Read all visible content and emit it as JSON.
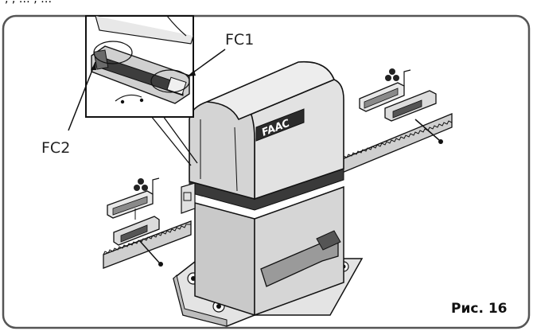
{
  "header_text": ", , …  ,                                  …",
  "labels": {
    "fc1": "FC1",
    "fc2": "FC2",
    "figure": "Рис. 16",
    "brand": "FAAC"
  },
  "icons": [
    "gate-motor-illustration",
    "limit-switch-bracket-icon",
    "gear-rack-icon",
    "screw-icon",
    "mounting-base-plate-icon"
  ],
  "colors": {
    "outline": "#111111",
    "frame": "#555555",
    "cover_shade": "#d8d8d8",
    "body_shade": "#c2c2c2",
    "dark_band": "#3a3a3a",
    "rack_shade": "#cfcfcf",
    "paper": "#ffffff"
  }
}
